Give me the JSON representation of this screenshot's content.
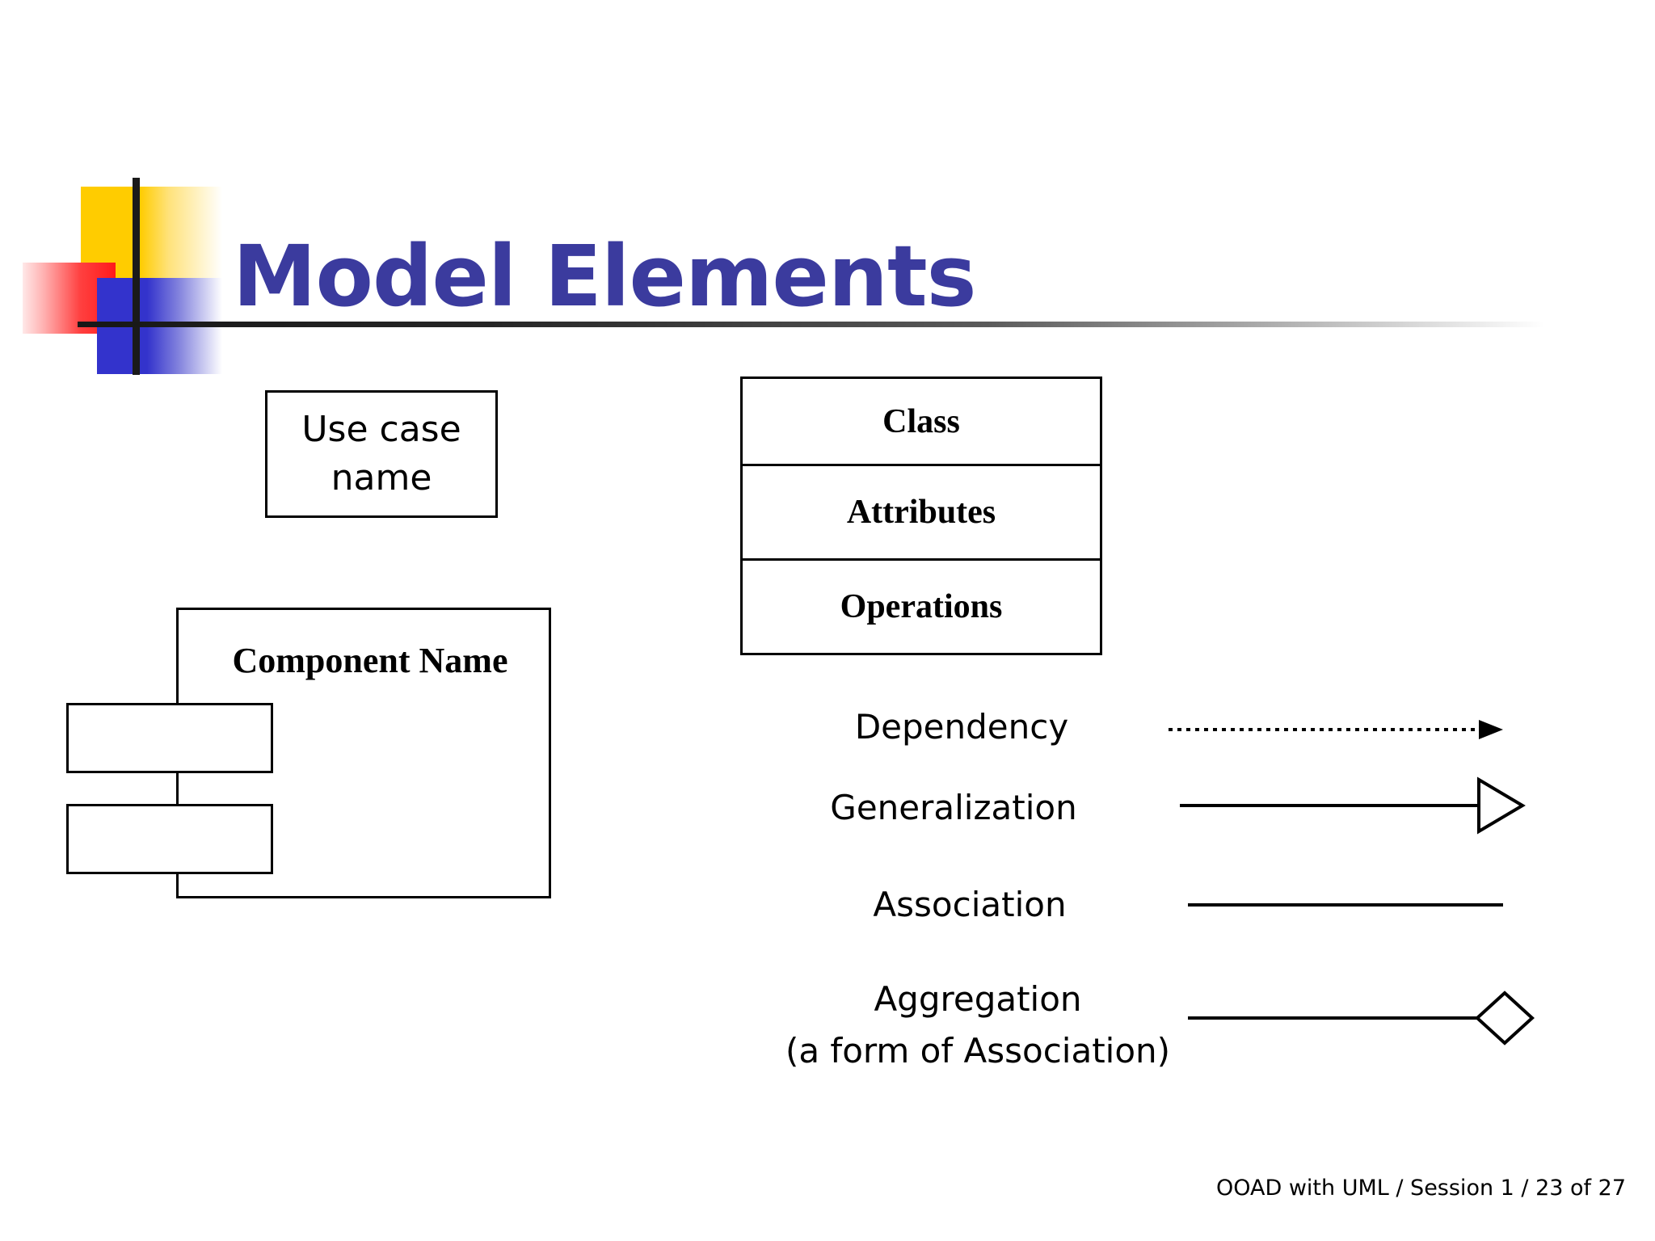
{
  "slide": {
    "title": "Model Elements",
    "title_color": "#3B3B9E",
    "footer": "OOAD with UML / Session 1 / 23 of 27"
  },
  "logo": {
    "yellow": "#FFCC00",
    "red": "#FF1A1A",
    "blue": "#3333CC",
    "bar": "#1A1A1A"
  },
  "use_case": {
    "label": "Use case\nname"
  },
  "class_box": {
    "compartments": [
      {
        "label": "Class"
      },
      {
        "label": "Attributes"
      },
      {
        "label": "Operations"
      }
    ]
  },
  "component": {
    "label": "Component Name"
  },
  "relationships": [
    {
      "label": "Dependency",
      "art": "dotted-open-arrow"
    },
    {
      "label": "Generalization",
      "art": "solid-hollow-triangle"
    },
    {
      "label": "Association",
      "art": "plain-line"
    },
    {
      "label": "Aggregation\n(a form of Association)",
      "art": "solid-hollow-diamond"
    }
  ]
}
